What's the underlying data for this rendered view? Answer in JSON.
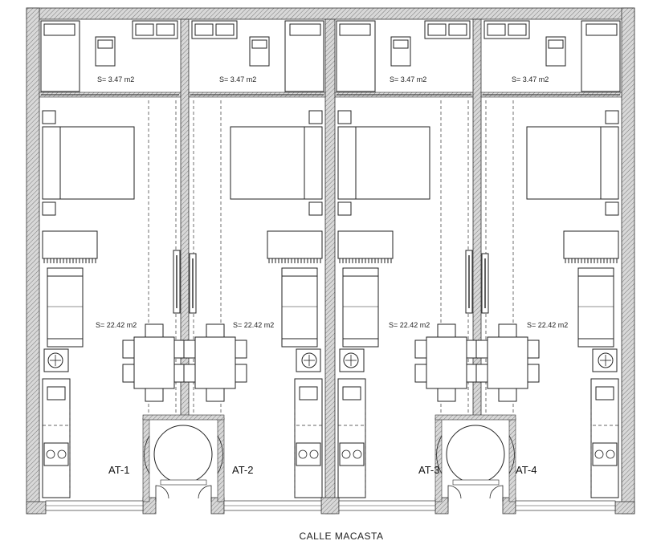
{
  "plan": {
    "street": "CALLE MACASTA",
    "units": [
      {
        "label": "AT-1",
        "bath_area": "S= 3.47 m2",
        "main_area": "S= 22.42 m2"
      },
      {
        "label": "AT-2",
        "bath_area": "S= 3.47 m2",
        "main_area": "S= 22.42 m2"
      },
      {
        "label": "AT-3",
        "bath_area": "S= 3.47 m2",
        "main_area": "S= 22.42 m2"
      },
      {
        "label": "AT-4",
        "bath_area": "S= 3.47 m2",
        "main_area": "S= 22.42 m2"
      }
    ]
  }
}
